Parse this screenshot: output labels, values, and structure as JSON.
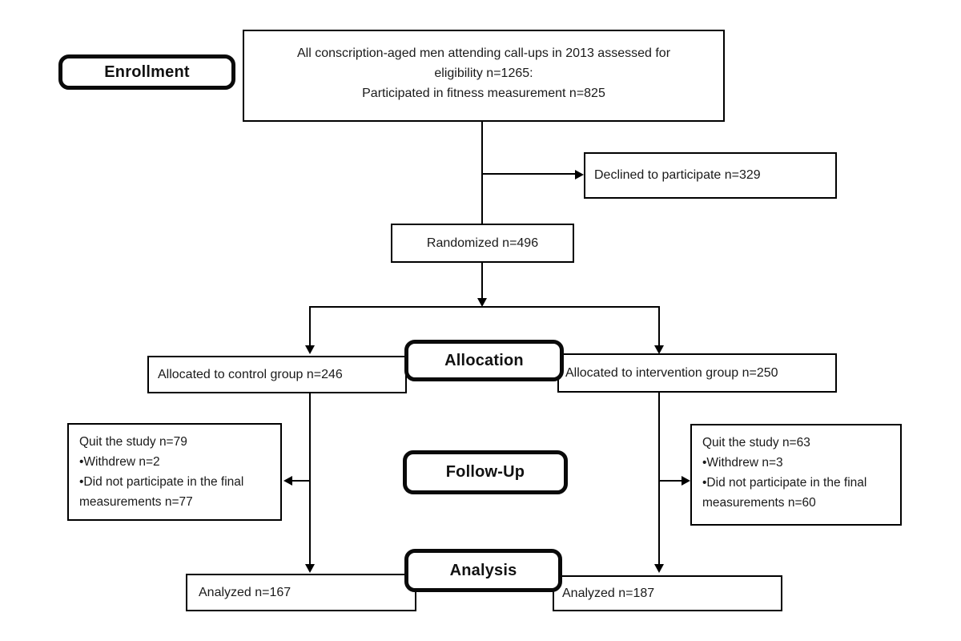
{
  "stage_labels": {
    "enrollment": "Enrollment",
    "allocation": "Allocation",
    "follow_up": "Follow-Up",
    "analysis": "Analysis"
  },
  "boxes": {
    "eligibility": {
      "lines": [
        "All conscription-aged men attending call-ups in 2013 assessed for",
        "eligibility n=1265:",
        "Participated in fitness measurement n=825"
      ]
    },
    "declined": {
      "text": "Declined to participate n=329"
    },
    "randomized": {
      "text": "Randomized n=496"
    },
    "allocated_control": {
      "text": "Allocated to control group n=246"
    },
    "allocated_intervention": {
      "text": "Allocated to intervention group n=250"
    },
    "quit_control": {
      "lines": [
        "Quit the study n=79",
        "•Withdrew n=2",
        "•Did not participate in the final",
        "measurements n=77"
      ]
    },
    "quit_intervention": {
      "lines": [
        "Quit the study n=63",
        "•Withdrew n=3",
        "•Did not participate in the final",
        "measurements n=60"
      ]
    },
    "analyzed_control": {
      "text": "Analyzed n=167"
    },
    "analyzed_intervention": {
      "text": "Analyzed n=187"
    }
  },
  "colors": {
    "background": "#ffffff",
    "line": "#000000",
    "stage_border": "#0a0a0a"
  }
}
